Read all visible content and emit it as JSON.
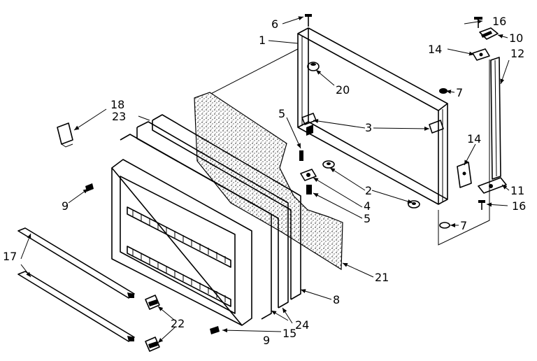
{
  "diagram": {
    "type": "exploded-parts-view",
    "callouts": [
      {
        "id": "c1",
        "text": "1"
      },
      {
        "id": "c2",
        "text": "2"
      },
      {
        "id": "c3",
        "text": "3"
      },
      {
        "id": "c4",
        "text": "4"
      },
      {
        "id": "c5a",
        "text": "5"
      },
      {
        "id": "c5b",
        "text": "5"
      },
      {
        "id": "c6",
        "text": "6"
      },
      {
        "id": "c7a",
        "text": "7"
      },
      {
        "id": "c7b",
        "text": "7"
      },
      {
        "id": "c8",
        "text": "8"
      },
      {
        "id": "c9a",
        "text": "9"
      },
      {
        "id": "c9b",
        "text": "9"
      },
      {
        "id": "c10",
        "text": "10"
      },
      {
        "id": "c11",
        "text": "11"
      },
      {
        "id": "c12",
        "text": "12"
      },
      {
        "id": "c14a",
        "text": "14"
      },
      {
        "id": "c14b",
        "text": "14"
      },
      {
        "id": "c15",
        "text": "15"
      },
      {
        "id": "c16a",
        "text": "16"
      },
      {
        "id": "c16b",
        "text": "16"
      },
      {
        "id": "c17",
        "text": "17"
      },
      {
        "id": "c18",
        "text": "18"
      },
      {
        "id": "c20",
        "text": "20"
      },
      {
        "id": "c21",
        "text": "21"
      },
      {
        "id": "c22",
        "text": "22"
      },
      {
        "id": "c23",
        "text": "23"
      },
      {
        "id": "c24",
        "text": "24"
      }
    ]
  }
}
